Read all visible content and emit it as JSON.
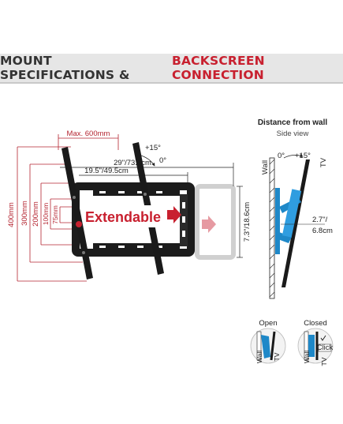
{
  "header": {
    "title_part1": "MOUNT SPECIFICATIONS &",
    "title_part2": "BACKSCREEN CONNECTION"
  },
  "dims": {
    "max_width": "Max. 600mm",
    "v400": "400mm",
    "v300": "300mm",
    "v200": "200mm",
    "v100": "100mm",
    "v75": "75mm",
    "span1": "29\"/73.9cm",
    "span2": "19.5\"/49.5cm",
    "height": "7.3\"/18.6cm",
    "tilt_up": "+15°",
    "tilt_zero": "0°",
    "extendable": "Extendable"
  },
  "side_view": {
    "title": "Distance from wall",
    "subtitle": "Side view",
    "wall": "Wall",
    "tv": "TV",
    "tilt_zero": "0°",
    "tilt_up": "+15°",
    "distance_in": "2.7\"/",
    "distance_cm": "6.8cm"
  },
  "lock": {
    "open_label": "Open",
    "closed_label": "Closed",
    "wall": "Wall",
    "tv": "TV",
    "click": "Click"
  },
  "colors": {
    "accent_red": "#c8202f",
    "blue": "#1e88c8",
    "dim_red": "#b42430"
  }
}
